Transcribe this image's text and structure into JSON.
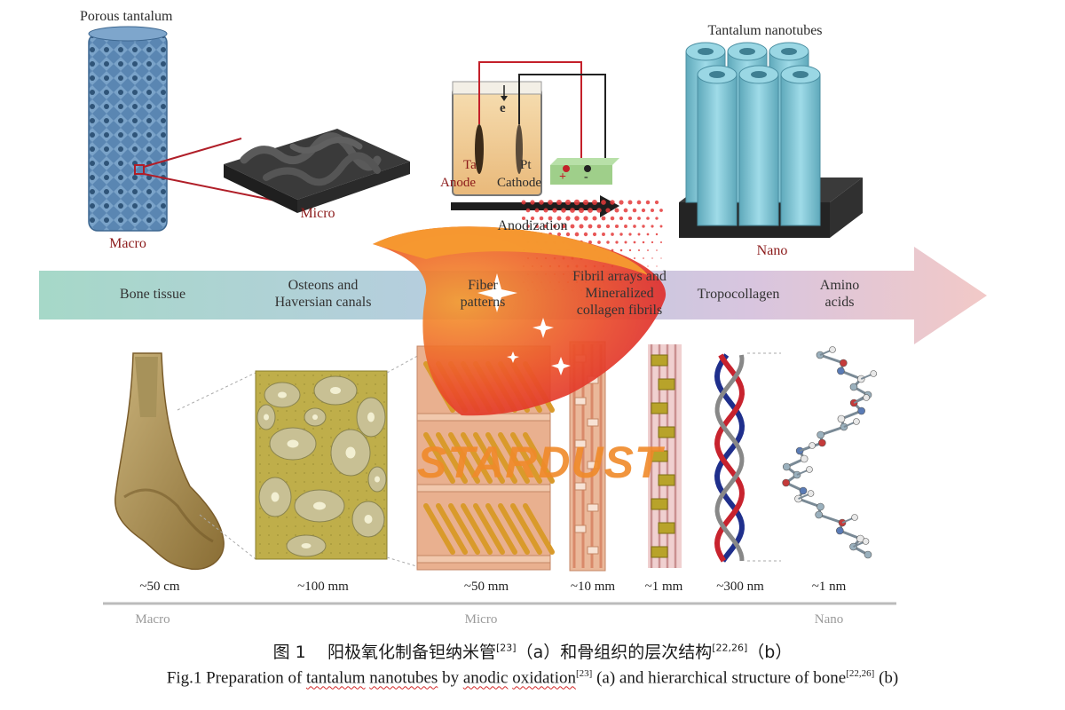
{
  "panel_a": {
    "porous_title": "Porous tantalum",
    "macro": "Macro",
    "micro": "Micro",
    "electron": "e",
    "anode_ta": "Ta",
    "anode_word": "Anode",
    "cathode_pt": "Pt",
    "cathode_word": "Cathode",
    "plus": "+",
    "minus": "-",
    "anodization": "Anodization",
    "nanotubes_title": "Tantalum nanotubes",
    "nano": "Nano"
  },
  "panel_b": {
    "stages": [
      {
        "lines": [
          "Bone tissue"
        ]
      },
      {
        "lines": [
          "Osteons and",
          "Haversian canals"
        ]
      },
      {
        "lines": [
          "Fiber",
          "patterns"
        ]
      },
      {
        "lines": [
          "Fibril arrays and",
          "Mineralized",
          "collagen fibrils"
        ]
      },
      {
        "lines": [
          "Tropocollagen"
        ]
      },
      {
        "lines": [
          "Amino",
          "acids"
        ]
      }
    ],
    "scales": [
      "~50 cm",
      "~100 mm",
      "~50 mm",
      "~10 mm",
      "~1 mm",
      "~300 nm",
      "~1 nm"
    ],
    "zones": [
      "Macro",
      "Micro",
      "Nano"
    ]
  },
  "watermark": {
    "text": "STARDUST"
  },
  "caption": {
    "cn_label": "图 1",
    "cn_text": "阳极氧化制备钽纳米管",
    "cn_ref1": "[23]",
    "cn_mid": "（a）和骨组织的层次结构",
    "cn_ref2": "[22,26]",
    "cn_end": "（b）",
    "en_prefix": "Fig.1 Preparation of ",
    "en_t1": "tantalum",
    "en_sp1": " ",
    "en_t2": "nanotubes",
    "en_by": " by ",
    "en_t3": "anodic",
    "en_sp2": " ",
    "en_t4": "oxidation",
    "en_ref1": "[23]",
    "en_mid": " (a) and hierarchical structure of bone",
    "en_ref2": "[22,26]",
    "en_end": " (b)"
  },
  "colors": {
    "porous": "#5b86b0",
    "micro_block": "#2c2c2c",
    "nanotube": "#86cbd9",
    "base": "#2b2b2b",
    "arrow_start": "#9fd4c6",
    "arrow_end": "#f3c7c7",
    "watermark_orange": "#f07a1f",
    "watermark_red": "#e2262f"
  }
}
